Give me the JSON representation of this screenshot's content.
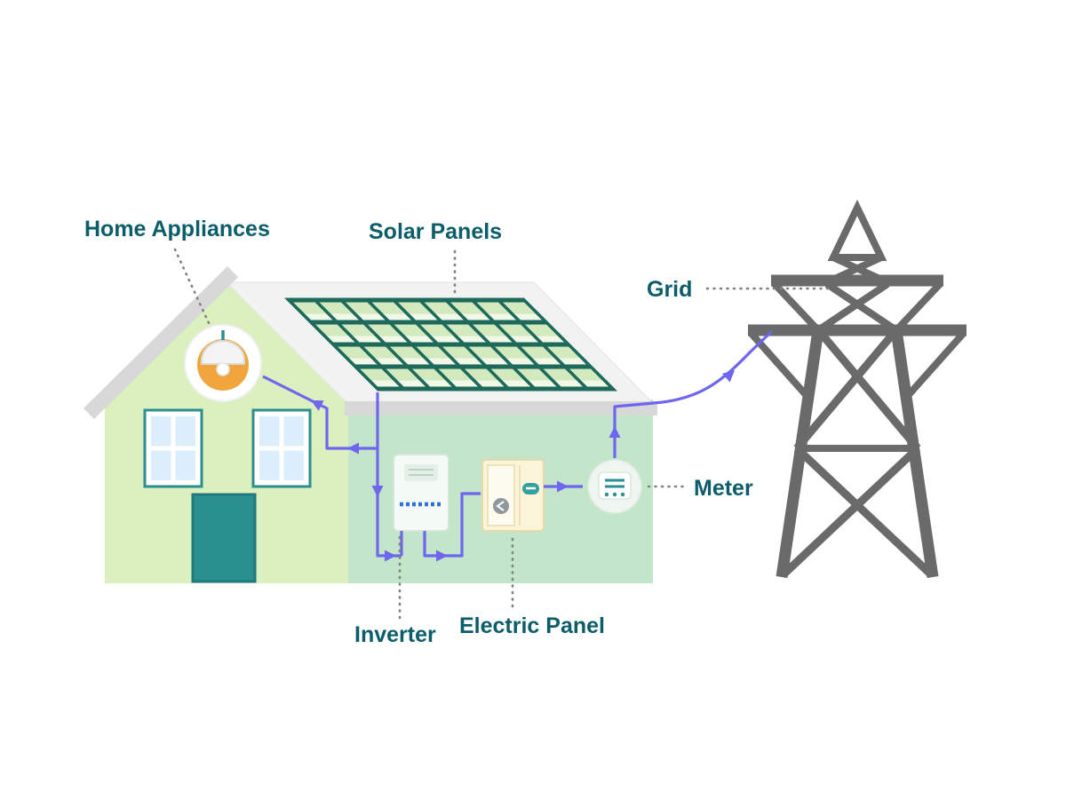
{
  "diagram": {
    "type": "solar-energy-flow-diagram",
    "labels": {
      "home_appliances": "Home Appliances",
      "solar_panels": "Solar Panels",
      "grid": "Grid",
      "meter": "Meter",
      "inverter": "Inverter",
      "electric_panel": "Electric Panel"
    },
    "nodes": [
      {
        "id": "solar-panels",
        "label": "Solar Panels",
        "icon": "solar-array-icon"
      },
      {
        "id": "inverter",
        "label": "Inverter",
        "icon": "inverter-box-icon"
      },
      {
        "id": "electric-panel",
        "label": "Electric Panel",
        "icon": "breaker-panel-icon"
      },
      {
        "id": "home-appliances",
        "label": "Home Appliances",
        "icon": "pendant-lamp-icon"
      },
      {
        "id": "meter",
        "label": "Meter",
        "icon": "power-meter-icon"
      },
      {
        "id": "grid",
        "label": "Grid",
        "icon": "transmission-tower-icon"
      }
    ],
    "connections": [
      {
        "from": "solar-panels",
        "to": "inverter"
      },
      {
        "from": "inverter",
        "to": "electric-panel"
      },
      {
        "from": "electric-panel",
        "to": "home-appliances"
      },
      {
        "from": "electric-panel",
        "to": "meter"
      },
      {
        "from": "meter",
        "to": "grid"
      }
    ],
    "colors": {
      "label_text": "#0b5d69",
      "arrow": "#6e66ee",
      "leader": "#808080",
      "tower": "#6a6a6a",
      "front_wall": "#dcefbf",
      "side_wall": "#c3e5c9",
      "roof": "#d8d8d8",
      "roof_face": "#f2f2f2",
      "panel_frame": "#1d6a5c",
      "teal": "#2a8f8f",
      "orange": "#f0a63c",
      "glass": "#dcedfb",
      "panel_yellow": "#fbf4d9",
      "led": "#2e6fd8",
      "background": "#ffffff"
    }
  }
}
